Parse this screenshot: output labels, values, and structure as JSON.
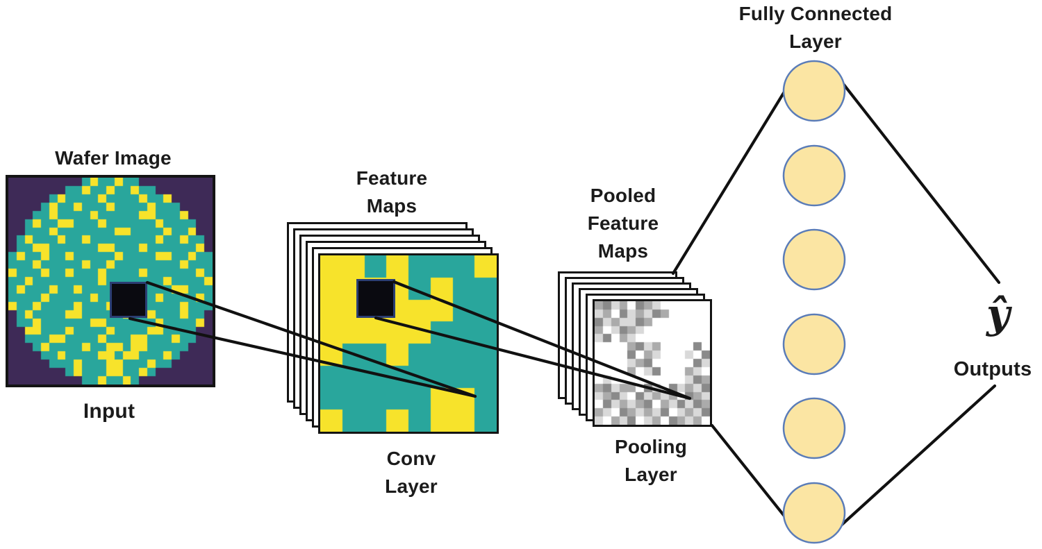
{
  "labels": {
    "wafer_image": "Wafer Image",
    "input": "Input",
    "feature_maps": "Feature\nMaps",
    "conv_layer": "Conv\nLayer",
    "pooled_feature_maps": "Pooled\nFeature\nMaps",
    "pooling_layer": "Pooling\nLayer",
    "fully_connected_layer": "Fully Connected\nLayer",
    "output_symbol": "ŷ",
    "outputs": "Outputs"
  },
  "colors": {
    "wafer_background_purple": "#3e2a57",
    "wafer_die_teal": "#29a69c",
    "defect_yellow": "#f7e32b",
    "marker_fill_black": "#0a0a10",
    "marker_border_navy": "#2b3e73",
    "sheet_white": "#ffffff",
    "outline_black": "#141414",
    "line_black": "#111111",
    "neuron_fill": "#fbe5a3",
    "neuron_border": "#5a7cb8",
    "text_black": "#1b1b1b",
    "noise_grays": {
      "0": "#ffffff",
      "1": "#d9d9d9",
      "2": "#ababab",
      "3": "#8a8a8a"
    }
  },
  "wafer_grid": {
    "legend": {
      "P": "wafer_background_purple",
      "T": "wafer_die_teal",
      "Y": "defect_yellow"
    },
    "rows": [
      "PPPPPPPPPTYTTYTTPPPPPPPPP",
      "PPPPPPPTTYTTYTTYTTPPPPPPP",
      "PPPPPTYTTTTYTTTTYTTYPPPPP",
      "PPPPTYTTYTTTYTTTTYTTTPPPP",
      "PPPTTYTTTTYTTTTTYYTTTYPPP",
      "PPTYTTYYTTTYTTTTTTYTTTTPP",
      "PPTTTYTTTTTTTYYTTTTYTTYPP",
      "PTYTTTYTTYTTTTTTTTYTTYTTP",
      "PTTYYTTTTTTYYTTTYTTTTTTYP",
      "TYTTYTTYTTTTTYTTTTYYTTYTT",
      "TTTYTTTTTYTTYTTTTTTTTYTTT",
      "YTTTYTTYTTTYTTTTYTTTTTTYT",
      "TTYTTTTTTTTYTTTTTTTYTTTTY",
      "TYTTTYTTYTTTTTTTTTTTYYTTT",
      "TTTTYTTTTTYTTTTTTTYTTTTYT",
      "YTTYTTTTYTTTYTTTTTTTTYTTT",
      "PTYTTTTYYTTTTTYTTYTTTYTTP",
      "PTTYTTTTTTYYTTTTTTYTTTTYP",
      "PPYYTTTYTTTTYTTTTYYTTTTPP",
      "PPTTTYYTTTTYTTTYYTTTYTTPP",
      "PPPTYTTTTYTTYYTYYTTTTTPPP",
      "PPPPTTYTTTTYYTYYTTTYTPPPP",
      "PPPPPTTTYTTTYYTTTYTTPPPPP",
      "PPPPPPPTYTTTYYTTYTPPPPPPP",
      "PPPPPPPPPTTYTTYTPPPPPPPPP"
    ]
  },
  "feature_map_grid": {
    "legend": {
      "T": "wafer_die_teal",
      "Y": "defect_yellow"
    },
    "rows": [
      "YYTYTTTY",
      "YYYYTYTT",
      "YYYYYYTT",
      "YYYYYTTT",
      "YTTYTTTT",
      "TTTTTTTT",
      "TTTTTYYT",
      "YTTYTYYT"
    ]
  },
  "pooled_map_grid": {
    "legend": {
      "0": "white",
      "1": "light-gray",
      "2": "mid-gray",
      "3": "dark-gray"
    },
    "rows": [
      "23120321000000",
      "12031213200000",
      "31211320000000",
      "20132100000000",
      "13021000000000",
      "00002312000030",
      "00003021000103",
      "00001230000031",
      "00002013000210",
      "01000000000132",
      "23122031031213",
      "12310312120321",
      "03121230213132",
      "21032121301213",
      "10213012032120"
    ]
  },
  "stacks": {
    "feature_sheets_behind": 5,
    "pooled_sheets_behind": 5
  },
  "fully_connected": {
    "neuron_count": 6
  }
}
